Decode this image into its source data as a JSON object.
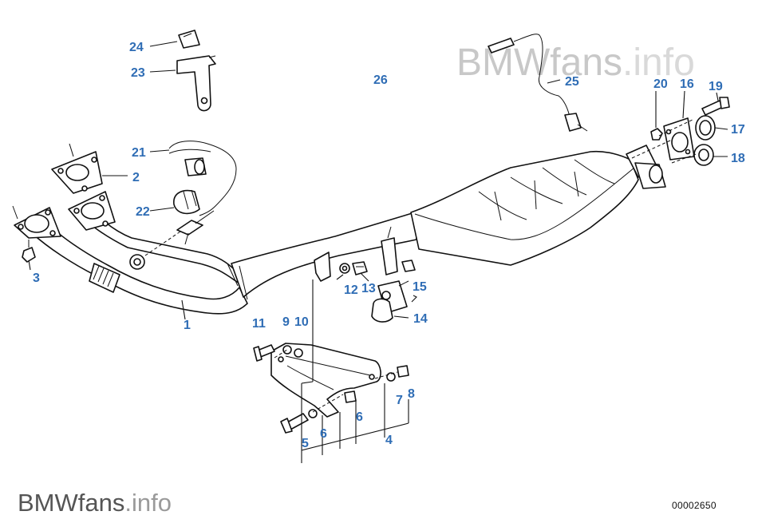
{
  "watermark_top": {
    "brand": "BMWfans",
    "suffix": ".info"
  },
  "footer": {
    "brand": "BMWfans",
    "suffix": ".info",
    "diagram_number": "00002650"
  },
  "callouts": {
    "c1": "1",
    "c2": "2",
    "c3": "3",
    "c4": "4",
    "c5": "5",
    "c6a": "6",
    "c6b": "6",
    "c7": "7",
    "c8": "8",
    "c9": "9",
    "c10": "10",
    "c11": "11",
    "c12": "12",
    "c13": "13",
    "c14": "14",
    "c15": "15",
    "c16": "16",
    "c17": "17",
    "c18": "18",
    "c19": "19",
    "c20": "20",
    "c21": "21",
    "c22": "22",
    "c23": "23",
    "c24": "24",
    "c25": "25",
    "c26": "26"
  },
  "colors": {
    "callout": "#2f6db5",
    "watermark": "#c8c8c8",
    "line": "#111111"
  }
}
